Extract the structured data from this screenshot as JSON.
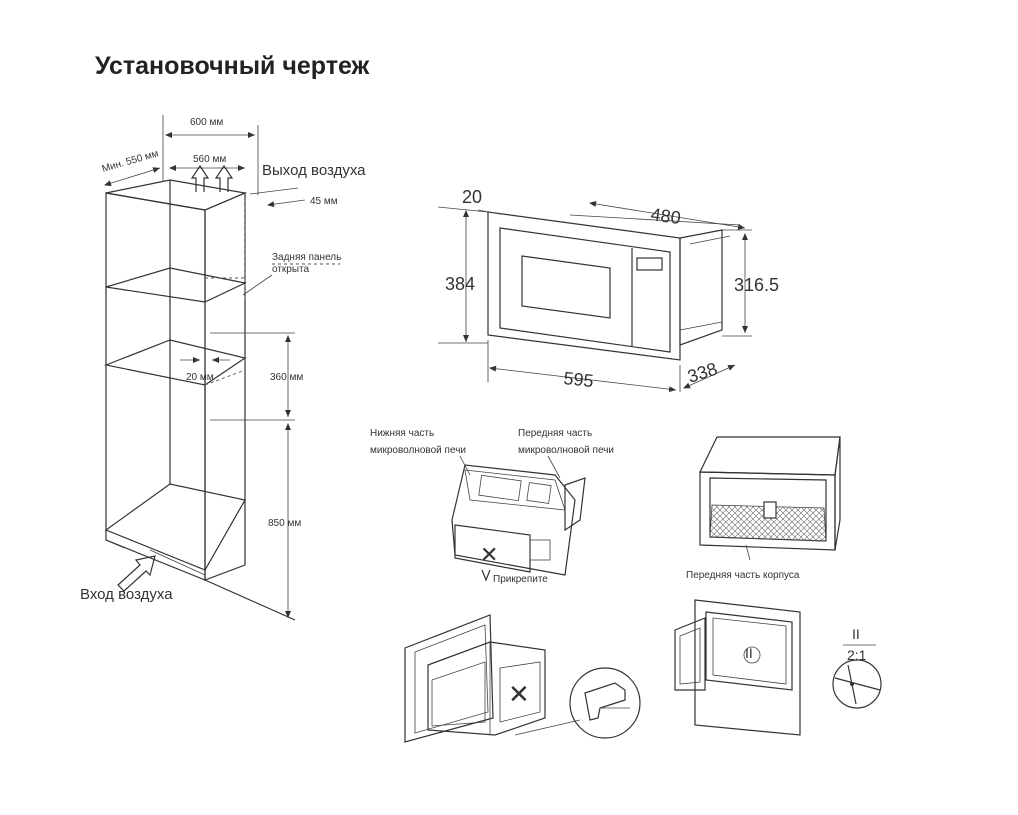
{
  "title": "Установочный чертеж",
  "cabinet": {
    "width_600": "600 мм",
    "min_550": "Мин. 550 мм",
    "width_560": "560 мм",
    "air_out": "Выход воздуха",
    "gap_45": "45 мм",
    "back_panel_line1": "Задняя панель",
    "back_panel_line2": "открыта",
    "shelf_20": "20 мм",
    "height_360": "360 мм",
    "height_850": "850 мм",
    "air_in": "Вход воздуха"
  },
  "oven_dims": {
    "d20": "20",
    "d480": "480",
    "d384": "384",
    "d316": "316.5",
    "d595": "595",
    "d338": "338"
  },
  "steps": {
    "bottom_part_line1": "Нижняя часть",
    "bottom_part_line2": "микроволновой печи",
    "front_part_line1": "Передняя часть",
    "front_part_line2": "микроволновой печи",
    "attach": "Прикрепите",
    "case_front": "Передняя часть корпуса",
    "detail_ref": "II",
    "detail_scale": "2:1",
    "door_detail_ref": "II"
  }
}
